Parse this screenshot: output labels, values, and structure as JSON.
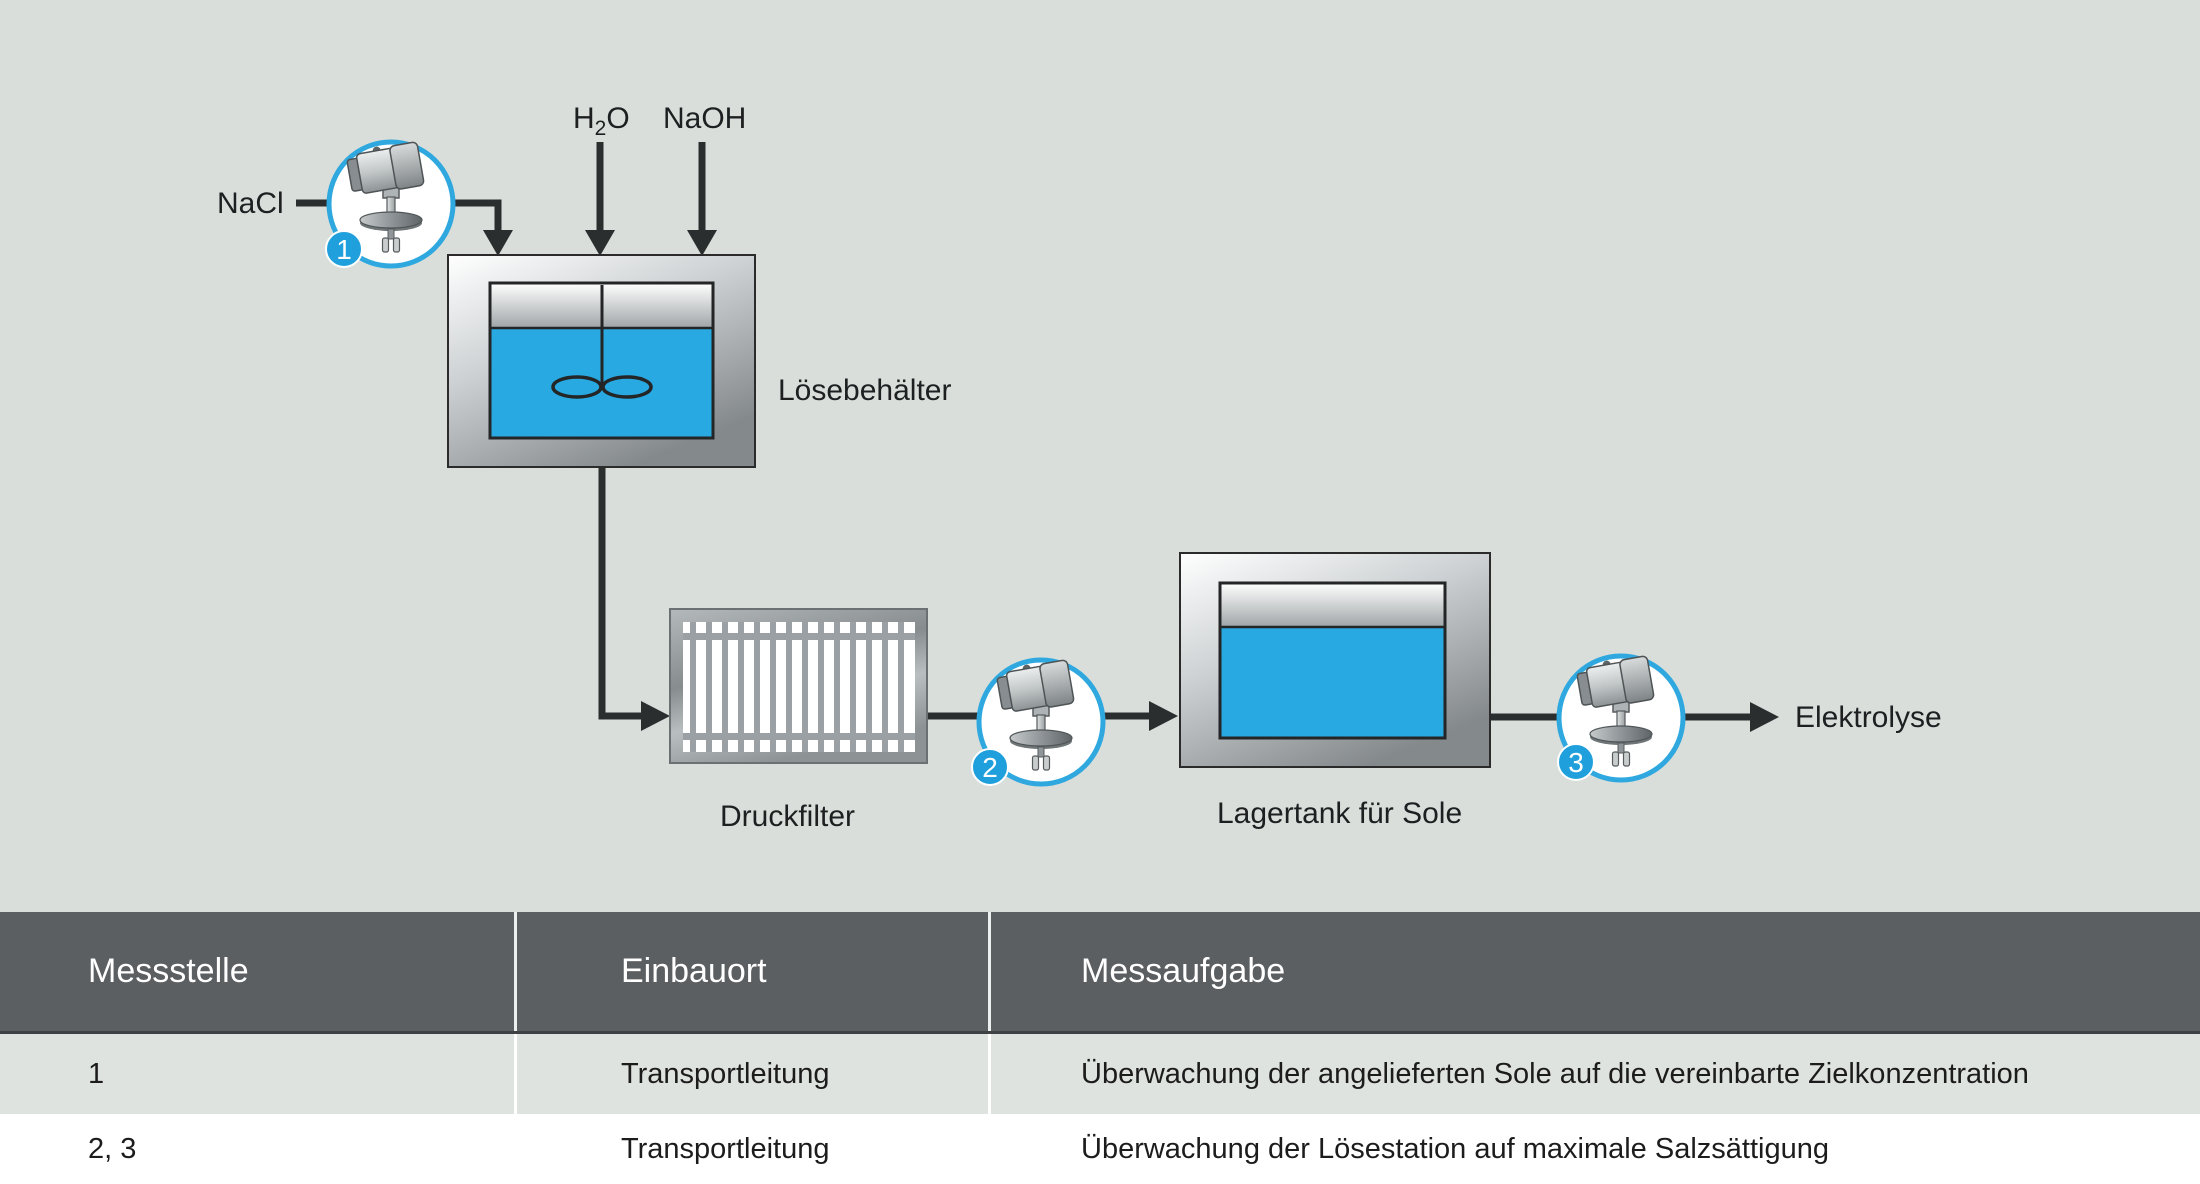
{
  "colors": {
    "background_gray": "#d9dedb",
    "brine_blue": "#29a9e1",
    "sensor_ring_blue": "#2ea8de",
    "badge_blue": "#1fa0dc",
    "table_header_gray": "#5b5f62",
    "table_row_alt_gray": "#dfe3e0",
    "line_dark": "#2b2e2f"
  },
  "diagram": {
    "inputs": {
      "nacl": "NaCl",
      "h2o": {
        "h": "H",
        "sub": "2",
        "o": "O"
      },
      "naoh": "NaOH"
    },
    "equipment": {
      "dissolving_tank": "Lösebehälter",
      "pressure_filter": "Druckfilter",
      "brine_storage_tank": "Lagertank für Sole",
      "electrolysis": "Elektrolyse"
    },
    "measuring_points": [
      {
        "id": "1"
      },
      {
        "id": "2"
      },
      {
        "id": "3"
      }
    ]
  },
  "table": {
    "headers": {
      "messstelle": "Messstelle",
      "einbauort": "Einbauort",
      "messaufgabe": "Messaufgabe"
    },
    "rows": [
      {
        "messstelle": "1",
        "einbauort": "Transportleitung",
        "messaufgabe": "Überwachung der angelieferten Sole auf die vereinbarte Zielkonzentration"
      },
      {
        "messstelle": "2, 3",
        "einbauort": "Transportleitung",
        "messaufgabe": "Überwachung der Lösestation auf maximale Salzsättigung"
      }
    ]
  }
}
